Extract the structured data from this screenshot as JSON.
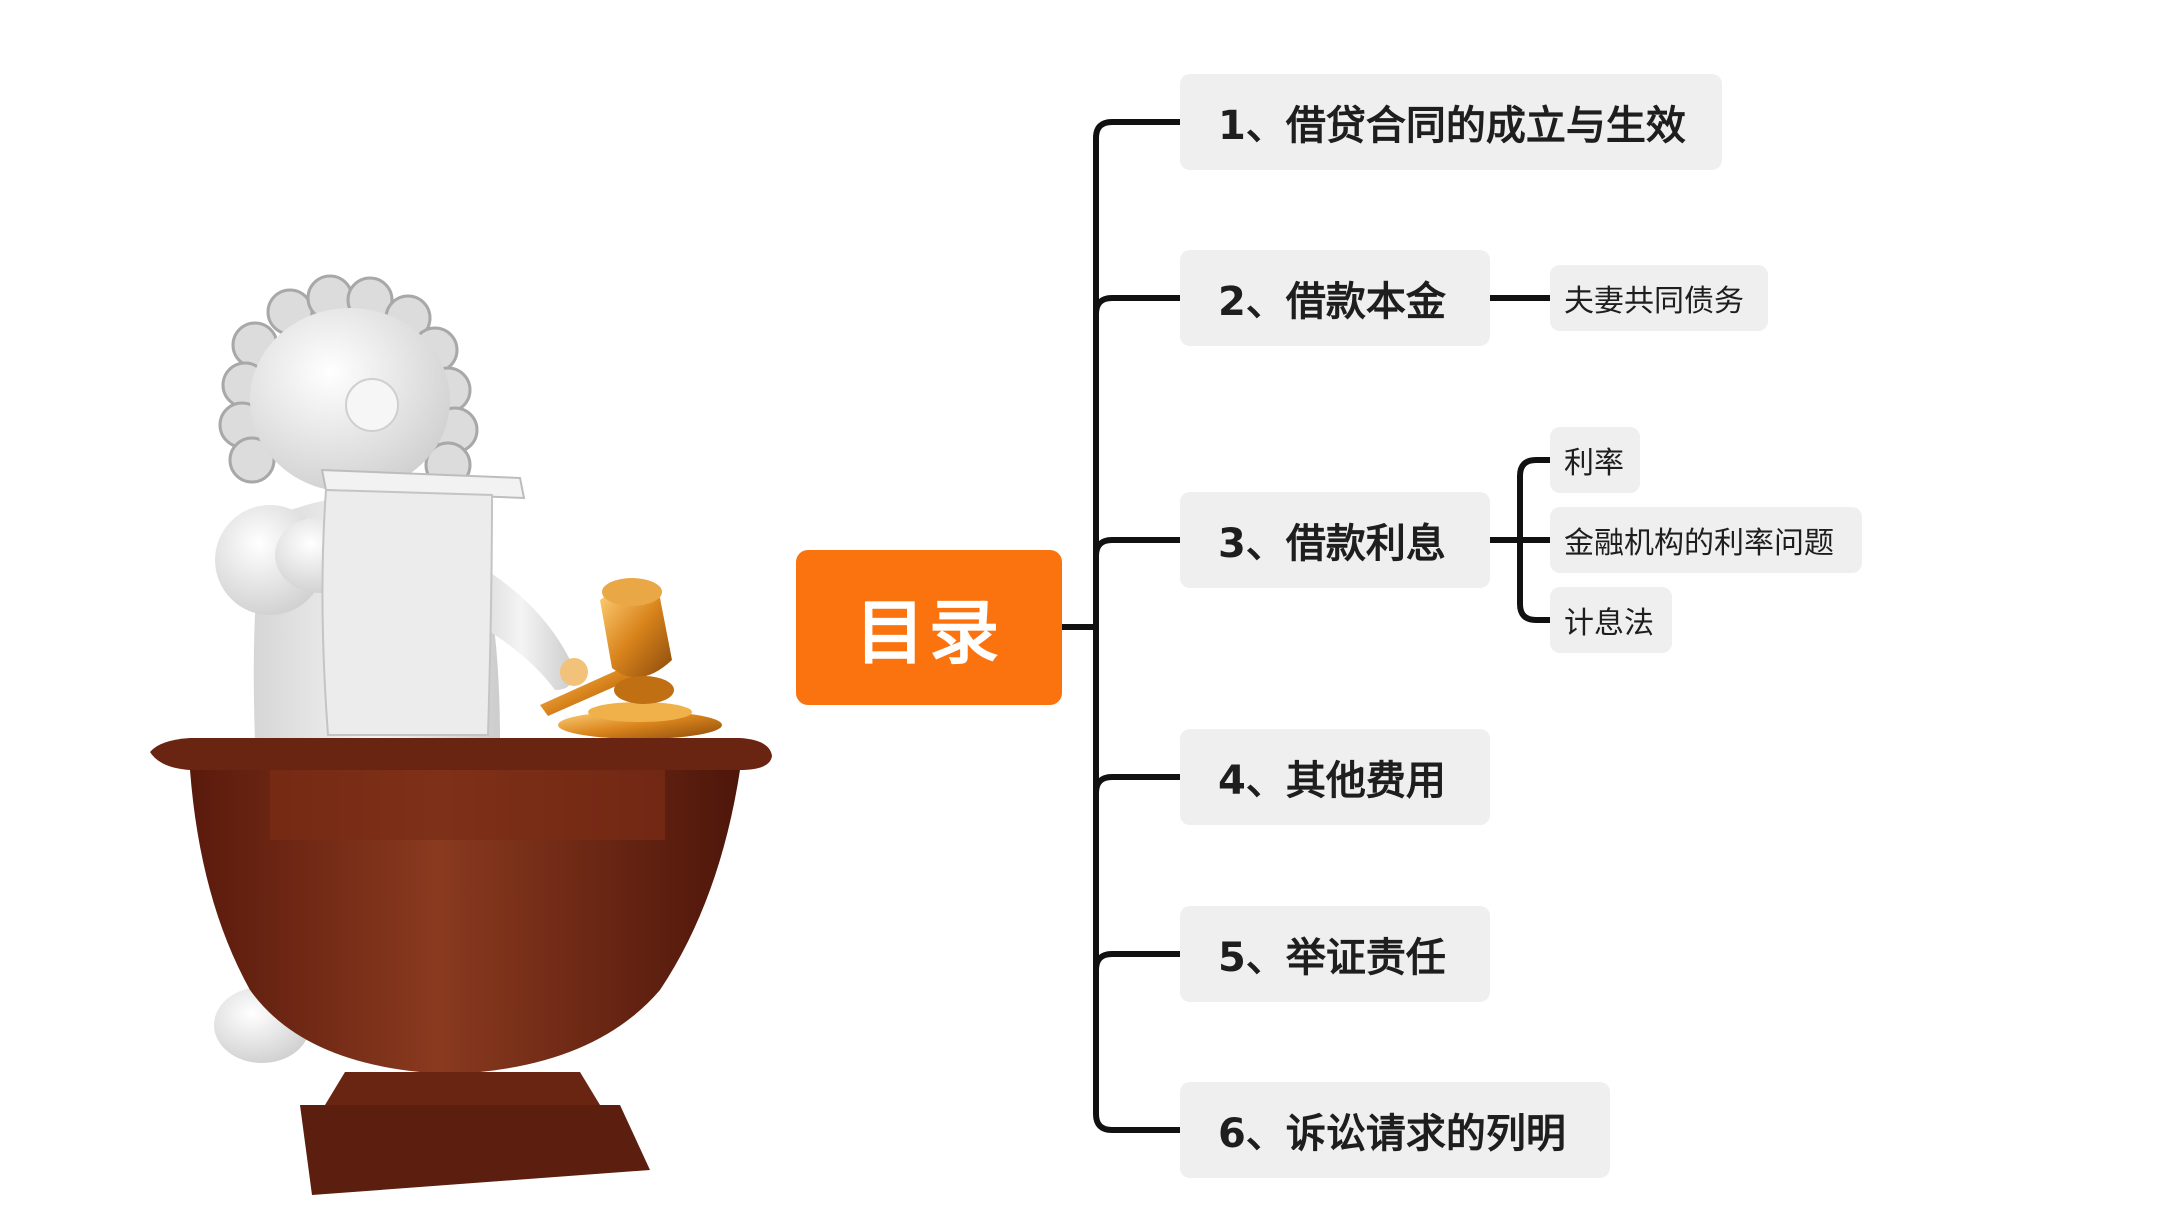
{
  "root": {
    "label": "目录"
  },
  "topics": [
    {
      "label": "1、借贷合同的成立与生效",
      "children": []
    },
    {
      "label": "2、借款本金",
      "children": [
        "夫妻共同债务"
      ]
    },
    {
      "label": "3、借款利息",
      "children": [
        "利率",
        "金融机构的利率问题",
        "计息法"
      ]
    },
    {
      "label": "4、其他费用",
      "children": []
    },
    {
      "label": "5、举证责任",
      "children": []
    },
    {
      "label": "6、诉讼请求的列明",
      "children": []
    }
  ],
  "colors": {
    "root_fill": "#fb730f",
    "node_fill": "#efefef",
    "connector": "#111111",
    "podium": "#7a2a17",
    "gavel": "#d9841c",
    "figure": "#e6e6e6"
  },
  "illustration": {
    "icon": "judge-at-podium-icon"
  }
}
